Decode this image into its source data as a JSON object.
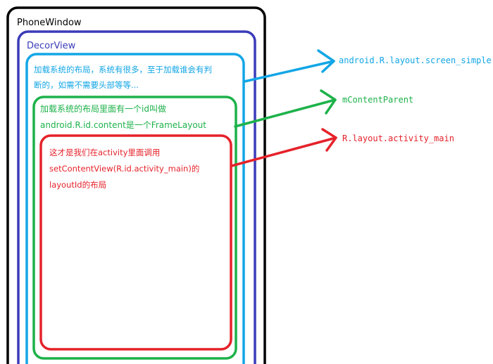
{
  "boxes": {
    "phone_window": {
      "label": "PhoneWindow",
      "color": "#000000"
    },
    "decor_view": {
      "label": "DecorView",
      "color": "#3b3cb8"
    },
    "screen_layout": {
      "text_line1": "加载系统的布局，系统有很多，至于加载谁会有判",
      "text_line2": "断的，如需不需要头部等等...",
      "color": "#12a6e6"
    },
    "content_parent": {
      "text_line1": "加载系统的布局里面有一个id叫做",
      "text_line2": "android.R.id.content是一个FrameLayout",
      "color": "#1db24a"
    },
    "activity_layout": {
      "text_line1": "这才是我们在activity里面调用",
      "text_line2": "setContentView(R.id.activity_main)的",
      "text_line3": "layoutId的布局",
      "color": "#e5222a"
    }
  },
  "annotations": {
    "screen_simple": "android.R.layout.screen_simple",
    "content_parent": "mContentParent",
    "activity_main": "R.layout.activity_main"
  }
}
